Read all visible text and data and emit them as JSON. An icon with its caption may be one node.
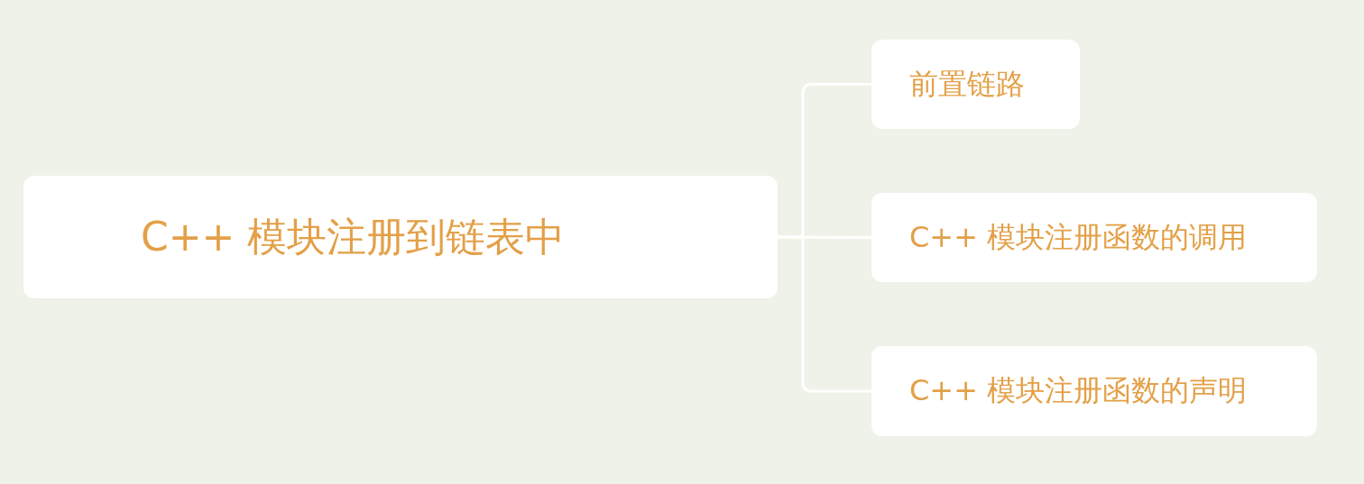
{
  "diagram": {
    "nodes": [
      {
        "text": [
          "C++ 模块注册到链表中"
        ]
      },
      {
        "text": [
          "前置链路"
        ]
      },
      {
        "text": [
          "C++ 模块注册函数的调用"
        ]
      },
      {
        "text": [
          "C++ 模块注册函数的声明"
        ]
      }
    ],
    "edges": [
      {
        "from": 0,
        "to": 1,
        "arrow": "none"
      },
      {
        "from": 0,
        "to": 2,
        "arrow": "none"
      },
      {
        "from": 0,
        "to": 3,
        "arrow": "none"
      }
    ]
  }
}
